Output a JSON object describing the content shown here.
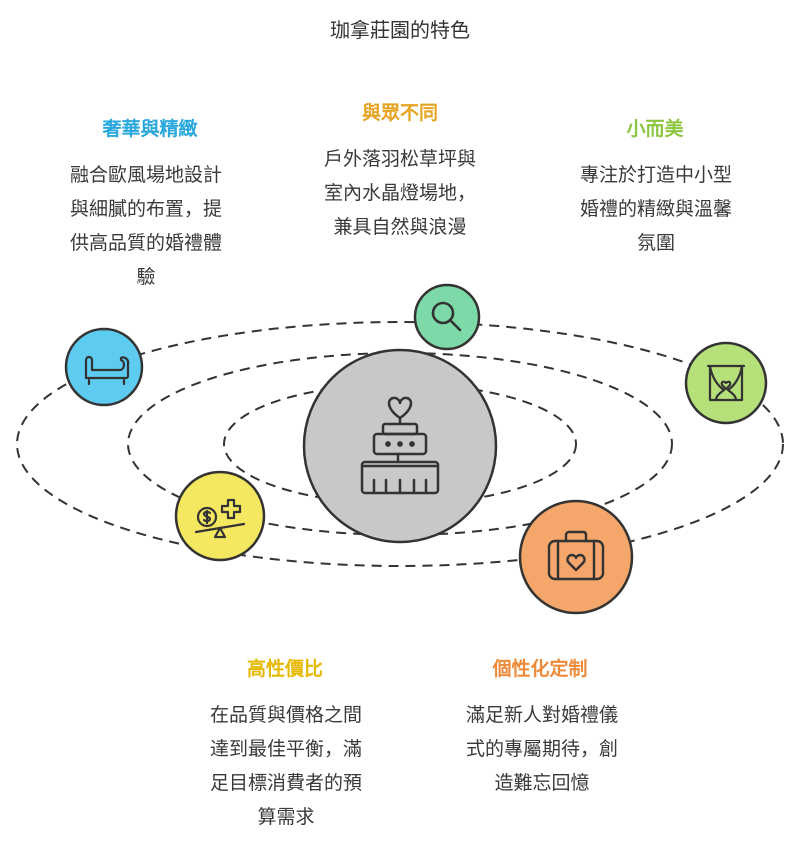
{
  "title": "珈拿莊園的特色",
  "colors": {
    "blue": "#5ECBF0",
    "green": "#7ED9A9",
    "lime": "#B5E07A",
    "yellow": "#F4E860",
    "orange": "#F5A66A",
    "gray": "#C8C8C8",
    "title_blue": "#29A8DE",
    "title_green_lime": "#8CC53F",
    "title_yellow": "#E6B800",
    "title_orange": "#EE8B3A",
    "title_mint": "#E6A321"
  },
  "features": [
    {
      "id": "luxury",
      "title": "奢華與精緻",
      "desc": "融合歐風場地設計\n與細膩的布置，提\n供高品質的婚禮體\n驗",
      "icon": "sofa-icon"
    },
    {
      "id": "unique",
      "title": "與眾不同",
      "desc": "戶外落羽松草坪與\n室內水晶燈場地，\n兼具自然與浪漫",
      "icon": "magnifier-icon"
    },
    {
      "id": "small",
      "title": "小而美",
      "desc": "專注於打造中小型\n婚禮的精緻與溫馨\n氛圍",
      "icon": "curtain-stage-icon"
    },
    {
      "id": "value",
      "title": "高性價比",
      "desc": "在品質與價格之間\n達到最佳平衡，滿\n足目標消費者的預\n算需求",
      "icon": "balance-scale-icon"
    },
    {
      "id": "custom",
      "title": "個性化定制",
      "desc": "滿足新人對婚禮儀\n式的專屬期待，創\n造難忘回憶",
      "icon": "suitcase-heart-icon"
    }
  ],
  "center": {
    "icon": "wedding-cake-icon"
  }
}
